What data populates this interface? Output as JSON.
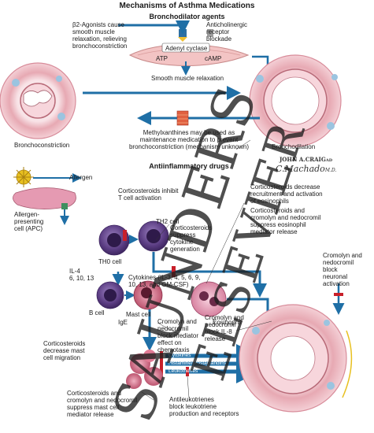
{
  "title": "Mechanisms of Asthma Medications",
  "sections": {
    "bronchodilator": "Bronchodilator agents",
    "antiinflammatory": "Antiinflammatory drugs"
  },
  "labels": {
    "b2_agonists": "β2-Agonists cause\nsmooth muscle\nrelaxation, relieving\nbronchoconstriction",
    "anticholinergic": "Anticholinergic\nreceptor\nblockade",
    "adenyl_cyclase": "Adenyl cyclase",
    "atp": "ATP",
    "camp": "cAMP",
    "relaxation": "Smooth muscle relaxation",
    "methylxanthines": "Methylxanthines may be used as\nmaintenance medication to prevent\nbronchoconstriction (mechanism unknown)",
    "bronchoconstriction": "Bronchoconstriction",
    "bronchodilation": "Bronchodilation",
    "allergen": "Allergen",
    "apc": "Allergen-\npresenting\ncell (APC)",
    "t_cell_inhibit": "Corticosteroids inhibit\nT cell activation",
    "th0": "TH0 cell",
    "th2": "TH2 cell",
    "suppress_cytokine": "Corticosteroids\nsuppress\ncytokine\ngeneration",
    "cytokines_list": "Cytokines (IL-3, 4, 5, 6, 9,\n10, 13, and GM-CSF)",
    "il": "IL-4\n6, 10, 13",
    "b_cell": "B cell",
    "mast_cell": "Mast cell",
    "ige": "IgE",
    "cs_recruitment": "Corticosteroids decrease\nrecruitment and activation\nof eosinophils",
    "cs_cromolyn_eos": "Corticosteroids and\ncromolyn and nedocromil\nsuppress eosinophil\nmediator release",
    "eosinophil": "Eosinophil",
    "cromolyn_neuronal": "Cromolyn and\nnedocromil\nblock\nneuronal\nactivation",
    "cromolyn_chemotaxis": "Cromolyn and\nnedocromil\nblock mediator\neffect on\nchemotaxis",
    "cromolyn_il8": "Cromolyn and\nnedocromil\nblock IL-8\nrelease",
    "cs_mast_migration": "Corticosteroids\ndecrease mast\ncell migration",
    "cytokines_bar": "Cytokines",
    "histamine_bar": "Histamine/prostaglandins",
    "leukotrienes_bar": "Leukotrienes",
    "cs_cromolyn_mast": "Corticosteroids and\ncromolyn and nedocromil\nsuppress mast cell\nmediator release",
    "antileukotrienes": "Antileukotrienes\nblock leukotriene\nproduction and receptors"
  },
  "signature": {
    "name": "JOHN A.CRAIG",
    "suffix": "AD",
    "artist": "C.Machado",
    "artist_suffix": "M.D."
  },
  "watermark": [
    "SAUNDERS",
    "ELSEVIER"
  ],
  "colors": {
    "arrow_blue": "#1f6fa6",
    "arrow_red": "#c8202a",
    "airway_pink": "#e7a9b3",
    "airway_outer": "#f4d0d6",
    "smooth_muscle": "#f0b8b8",
    "cell_purple": "#5a3c82",
    "mast_pink": "#d8788c",
    "eos_pink": "#e6a0b4",
    "allergen_yellow": "#e8c020",
    "apc_pink": "#e59ab2",
    "receptor_green": "#3f8f5f",
    "watermark": "#1e1e1e"
  }
}
